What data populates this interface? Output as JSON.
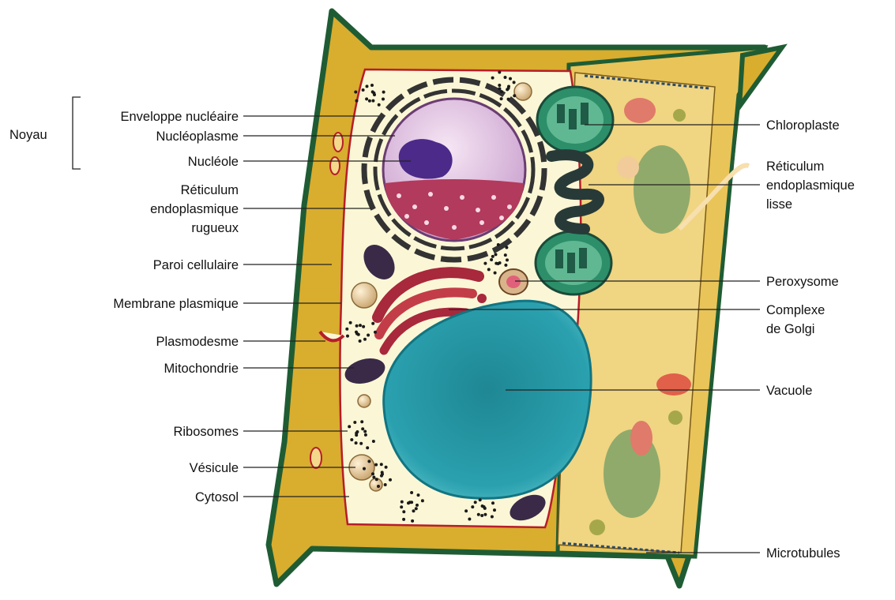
{
  "group": {
    "label": "Noyau"
  },
  "labels_left": {
    "enveloppe": "Enveloppe nucléaire",
    "nucleoplasme": "Nucléoplasme",
    "nucleole": "Nucléole",
    "rer_1": "Réticulum",
    "rer_2": "endoplasmique",
    "rer_3": "rugueux",
    "paroi": "Paroi cellulaire",
    "membrane": "Membrane plasmique",
    "plasmodesme": "Plasmodesme",
    "mitochondrie": "Mitochondrie",
    "ribosomes": "Ribosomes",
    "vesicule": "Vésicule",
    "cytosol": "Cytosol"
  },
  "labels_right": {
    "chloroplaste": "Chloroplaste",
    "rel_1": "Réticulum",
    "rel_2": "endoplasmique",
    "rel_3": "lisse",
    "peroxysome": "Peroxysome",
    "golgi_1": "Complexe",
    "golgi_2": "de Golgi",
    "vacuole": "Vacuole",
    "microtubules": "Microtubules"
  },
  "colors": {
    "wall": "#d9ad2e",
    "wall_edge": "#1f5c34",
    "cytosol": "#fbf7d6",
    "nucleus": "#e8c9e8",
    "nucleolus": "#4b2a8a",
    "rer": "#b23a5c",
    "vacuole": "#2f9fae",
    "chloroplast": "#2c8f6a",
    "golgi": "#a8283c",
    "mitochondrion": "#3a2a48"
  }
}
